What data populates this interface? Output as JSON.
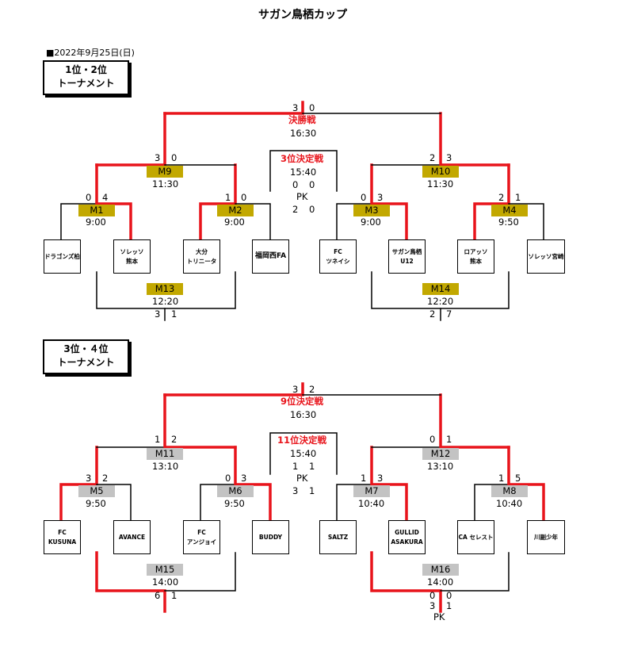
{
  "title": "サガン鳥栖カップ",
  "date": "■2022年9月25日(日)",
  "sections": {
    "top_header": [
      "1位・2位",
      "トーナメント"
    ],
    "bottom_header": [
      "3位・４位",
      "トーナメント"
    ]
  },
  "top": {
    "teams": [
      "ドラゴンズ柏",
      "ソレッソ\n熊本",
      "大分\nトリニータ",
      "福岡西FA",
      "FC\nツネイシ",
      "サガン鳥栖\nU12",
      "ロアッソ\n熊本",
      "ソレッソ宮崎"
    ],
    "matches": {
      "M1": {
        "label": "M1",
        "time": "9:00",
        "s1": "0",
        "s2": "4"
      },
      "M2": {
        "label": "M2",
        "time": "9:00",
        "s1": "1",
        "s2": "0"
      },
      "M3": {
        "label": "M3",
        "time": "9:00",
        "s1": "0",
        "s2": "3"
      },
      "M4": {
        "label": "M4",
        "time": "9:50",
        "s1": "2",
        "s2": "1"
      },
      "M9": {
        "label": "M9",
        "time": "11:30",
        "s1": "3",
        "s2": "0"
      },
      "M10": {
        "label": "M10",
        "time": "11:30",
        "s1": "2",
        "s2": "3"
      },
      "final": {
        "label": "決勝戦",
        "time": "16:30",
        "s1": "3",
        "s2": "0"
      },
      "third": {
        "label": "3位決定戦",
        "time": "15:40",
        "s1": "0",
        "s2": "0",
        "pk": "PK",
        "pk1": "2",
        "pk2": "0"
      },
      "M13": {
        "label": "M13",
        "time": "12:20",
        "s1": "3",
        "s2": "1"
      },
      "M14": {
        "label": "M14",
        "time": "12:20",
        "s1": "2",
        "s2": "7"
      }
    }
  },
  "bottom": {
    "teams": [
      "FC\nKUSUNA",
      "AVANCE",
      "FC\nアンジョイ",
      "BUDDY",
      "SALTZ",
      "GULLID\nASAKURA",
      "CA セレスト",
      "川副少年"
    ],
    "matches": {
      "M5": {
        "label": "M5",
        "time": "9:50",
        "s1": "3",
        "s2": "2"
      },
      "M6": {
        "label": "M6",
        "time": "9:50",
        "s1": "0",
        "s2": "3"
      },
      "M7": {
        "label": "M7",
        "time": "10:40",
        "s1": "1",
        "s2": "3"
      },
      "M8": {
        "label": "M8",
        "time": "10:40",
        "s1": "1",
        "s2": "5"
      },
      "M11": {
        "label": "M11",
        "time": "13:10",
        "s1": "1",
        "s2": "2"
      },
      "M12": {
        "label": "M12",
        "time": "13:10",
        "s1": "0",
        "s2": "1"
      },
      "final": {
        "label": "9位決定戦",
        "time": "16:30",
        "s1": "3",
        "s2": "2"
      },
      "third": {
        "label": "11位決定戦",
        "time": "15:40",
        "s1": "1",
        "s2": "1",
        "pk": "PK",
        "pk1": "3",
        "pk2": "1"
      },
      "M15": {
        "label": "M15",
        "time": "14:00",
        "s1": "6",
        "s2": "1"
      },
      "M16": {
        "label": "M16",
        "time": "14:00",
        "s1": "0",
        "s2": "0",
        "pk1": "3",
        "pk2": "1",
        "pk": "PK"
      }
    }
  },
  "colors": {
    "winner_line": "#e8141b",
    "line": "#000000",
    "box_gold": "#c2a800",
    "box_grey": "#c3c3c3"
  }
}
